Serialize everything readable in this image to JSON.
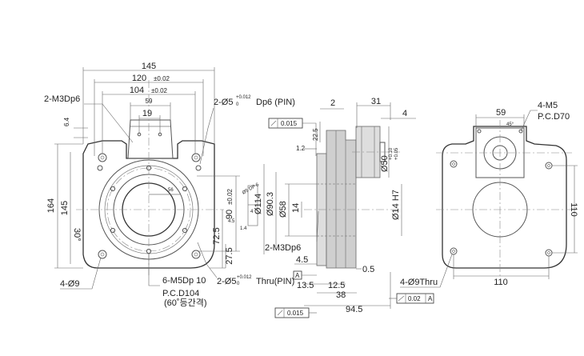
{
  "front_view": {
    "width_145": "145",
    "width_120": "120",
    "tol_120": "±0.02",
    "width_104": "104",
    "tol_104": "±0.02",
    "width_59": "59",
    "width_19": "19",
    "dim_6_4": "6.4",
    "tap_2m3": "2-M3Dp6",
    "pin_top_a": "2-Ø5",
    "pin_top_tol_up": "+0.012",
    "pin_top_tol_low": "0",
    "pin_top_b": "Dp6 (PIN)",
    "height_164": "164",
    "height_145": "145",
    "angle_30": "30°",
    "dim_56": "56",
    "dim_90": "90",
    "dim_90_tol": "±0.02",
    "dim_72_5": "72.5",
    "dim_27_5": "27.5",
    "hole_4": "4-Ø9",
    "tap_6m5": "6-M5Dp 10",
    "pcd_104": "P.C.D104",
    "pcd_104_note": "(60˚등간격)",
    "pin_bot_a": "2-Ø5",
    "pin_bot_tol_up": "+0.012",
    "pin_bot_tol_low": "0",
    "pin_bot_b": "Thru(PIN)",
    "detail_label": "Ø5 DP 6",
    "detail_4": "4",
    "detail_4_5": "4.5",
    "detail_14": "1.4"
  },
  "side_view": {
    "dim_2": "2",
    "dim_31": "31",
    "dim_4": "4",
    "flat_tol": "0.015",
    "dim_22_5": "22.5",
    "dim_1_2": "1.2",
    "d50_a": "Ø50",
    "d50_tol_up": "+0.10",
    "d50_tol_low": "+0.05",
    "d114": "Ø114",
    "d90_3": "Ø90.3",
    "d58": "Ø58",
    "dim_14": "14",
    "d14h7": "Ø14 H7",
    "tap_2m3": "2-M3Dp6",
    "dim_4_5": "4.5",
    "dim_0_5": "0.5",
    "datum_a": "A",
    "dim_13_5": "13.5",
    "dim_12_5": "12.5",
    "dim_38": "38",
    "runout_tol": "0.02",
    "runout_datum": "A",
    "dim_94_5": "94.5",
    "flat_tol_bottom": "0.015"
  },
  "right_view": {
    "width_59": "59",
    "tap_4m5": "4-M5",
    "pcd_70": "P.C.D70",
    "angle_note": "45°",
    "height_110": "110",
    "hole_4": "4-Ø9Thru",
    "width_110": "110"
  }
}
